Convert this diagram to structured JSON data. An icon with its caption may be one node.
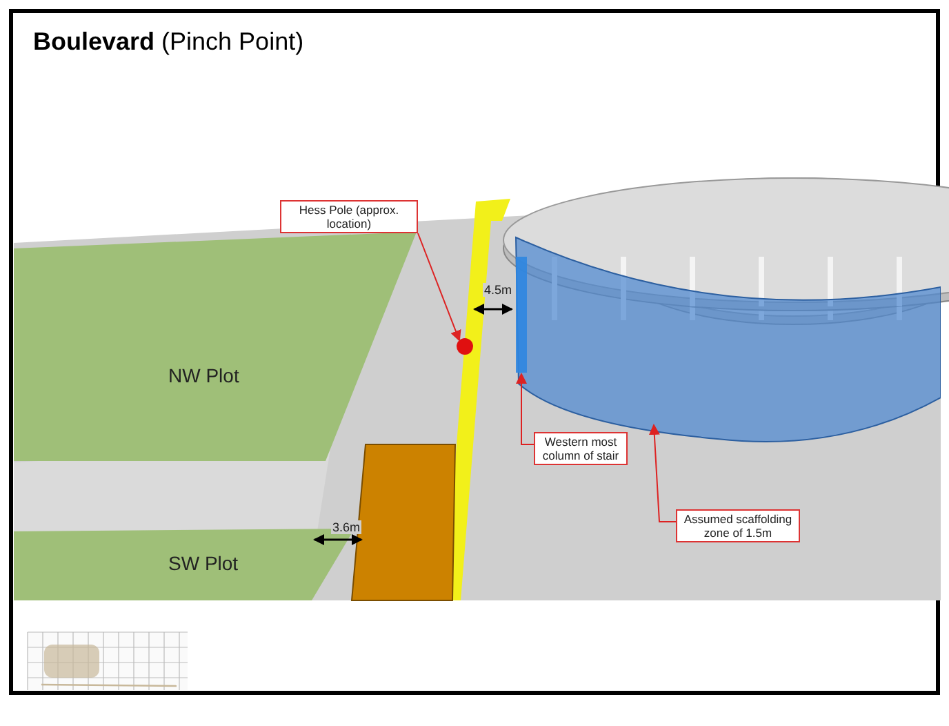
{
  "diagram": {
    "title": "**Boulevard** (Pinch Point)",
    "nodes": [
      {
        "text": [
          "Hess Pole (approx. location)"
        ]
      },
      {
        "text": [],
        "shape": "circle"
      },
      {
        "text": [
          "Western most column of stair"
        ]
      },
      {
        "text": [],
        "shape": "bar",
        "in": 5
      },
      {
        "text": [
          "Assumed scaffolding zone of 1.5m"
        ]
      },
      {
        "text": [],
        "shape": "band"
      },
      {
        "text": [
          "NW Plot"
        ]
      },
      {
        "text": [
          "SW Plot"
        ]
      }
    ],
    "edges": [
      {
        "from": 0,
        "to": 1,
        "arrow": "to"
      },
      {
        "from": 2,
        "to": 3,
        "arrow": "to"
      },
      {
        "from": 4,
        "to": 5,
        "arrow": "to"
      }
    ],
    "labels": [
      "4.5m",
      "3.6m"
    ]
  }
}
